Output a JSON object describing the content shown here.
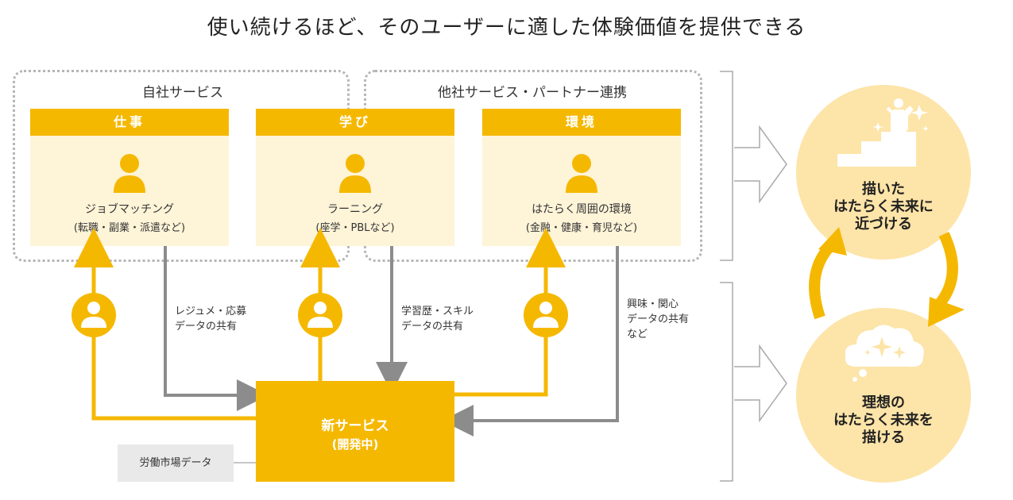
{
  "title": "使い続けるほど、そのユーザーに適した体験価値を提供できる",
  "groups": {
    "own": "自社サービス",
    "partner": "他社サービス・パートナー連携"
  },
  "cards": [
    {
      "head": "仕事",
      "title": "ジョブマッチング",
      "sub": "(転職・副業・派遣など)"
    },
    {
      "head": "学び",
      "title": "ラーニング",
      "sub": "(座学・PBLなど)"
    },
    {
      "head": "環境",
      "title": "はたらく周囲の環境",
      "sub": "(金融・健康・育児など)"
    }
  ],
  "edges": {
    "resume": "レジュメ・応募\nデータの共有",
    "learning": "学習歴・スキル\nデータの共有",
    "interest": "興味・関心\nデータの共有\nなど"
  },
  "service": {
    "title": "新サービス",
    "sub": "(開発中)"
  },
  "market_data": "労働市場データ",
  "goals": {
    "top": [
      "描いた",
      "はたらく未来に",
      "近づける"
    ],
    "bottom": [
      "理想の",
      "はたらく未来を",
      "描ける"
    ]
  },
  "colors": {
    "accent": "#f5b800",
    "light": "#fef4d8",
    "circle": "#fde4a8",
    "gray": "#8c8c8c"
  }
}
